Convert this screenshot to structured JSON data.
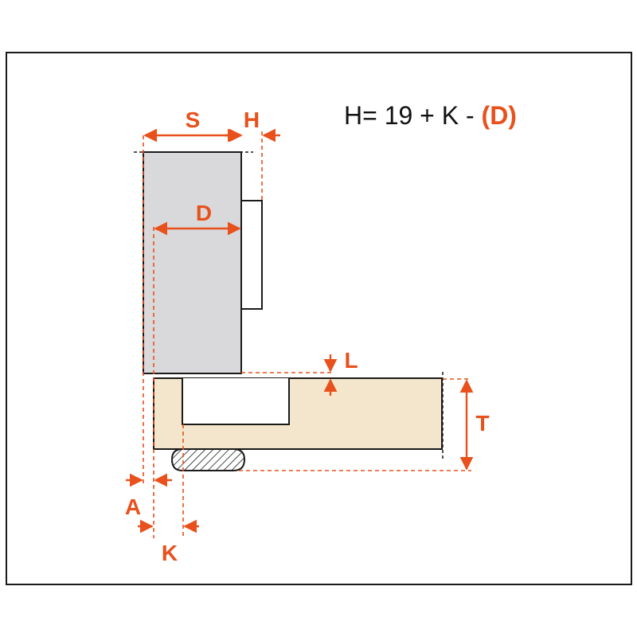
{
  "formula": {
    "prefix": "H= 19 + K - ",
    "highlight": "(D)"
  },
  "labels": {
    "s": "S",
    "h": "H",
    "d": "D",
    "l": "L",
    "t": "T",
    "a": "A",
    "k": "K"
  },
  "colors": {
    "accent": "#e8501c",
    "frame": "#1a1a1a",
    "cabinet_side": "#d9d9db",
    "door_panel": "#f3e6cc",
    "text": "#111111"
  }
}
